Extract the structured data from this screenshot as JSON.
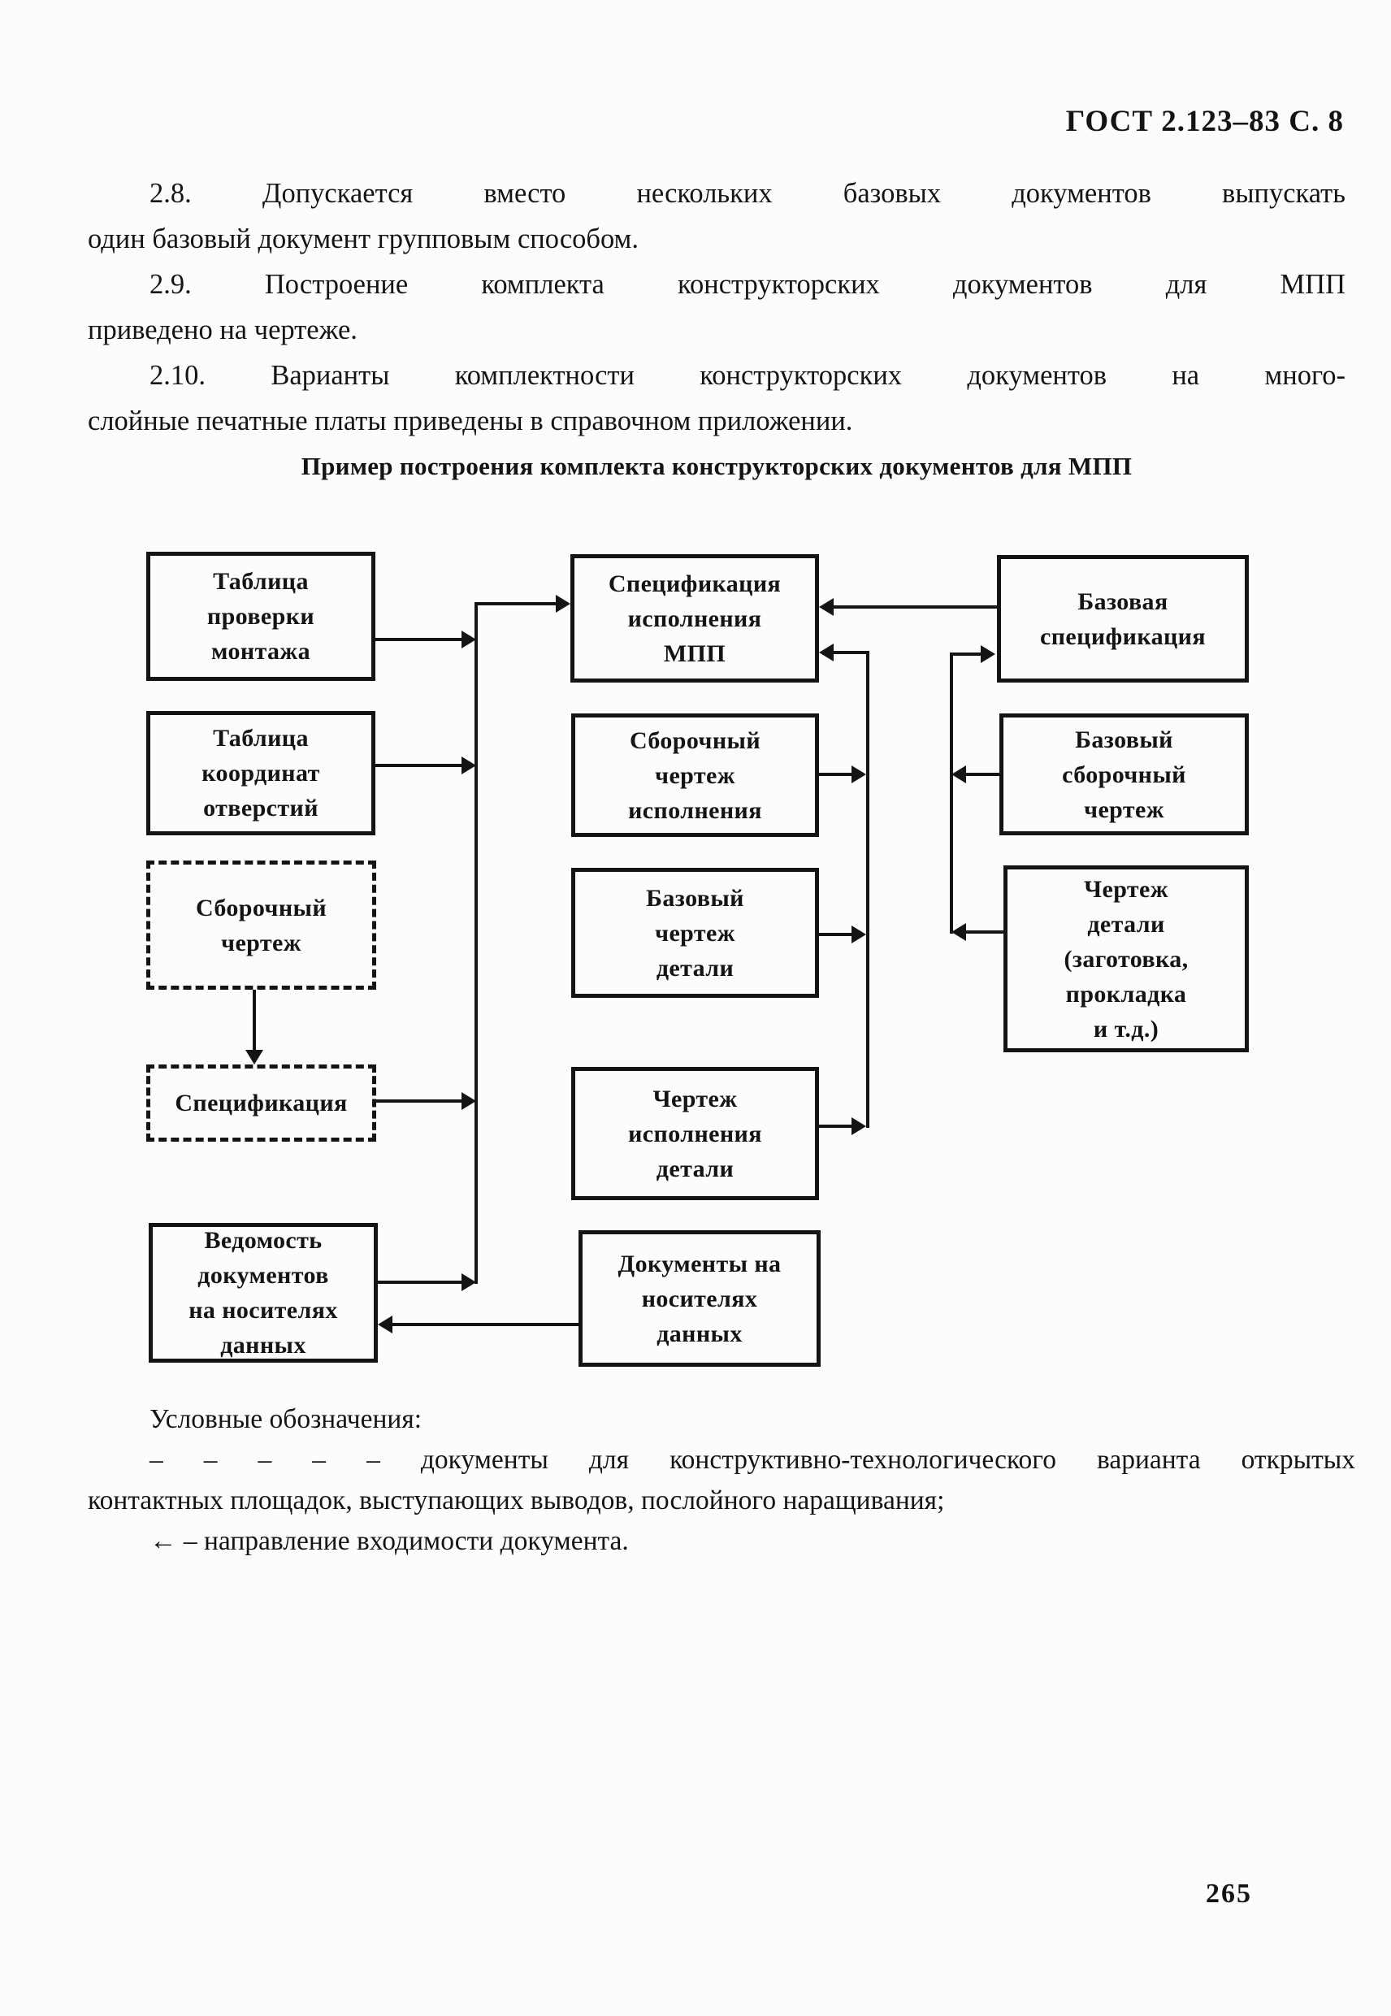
{
  "page": {
    "header": "ГОСТ 2.123–83 С. 8",
    "page_number": "265"
  },
  "paragraphs": {
    "p28_line1": "2.8. Допускается вместо нескольких базовых документов выпускать",
    "p28_line2": "один базовый документ групповым способом.",
    "p29_line1": "2.9. Построение комплекта конструкторских документов для МПП",
    "p29_line2": "приведено на чертеже.",
    "p210_line1": "2.10. Варианты комплектности конструкторских документов на много-",
    "p210_line2": "слойные печатные платы приведены в справочном приложении."
  },
  "diagram": {
    "title": "Пример построения комплекта конструкторских документов для МПП",
    "boxes": {
      "mounting_check_table": "Таблица\nпроверки\nмонтажа",
      "hole_coordinates_table": "Таблица\nкоординат\nотверстий",
      "assembly_drawing_dashed": "Сборочный\nчертеж",
      "specification_dashed": "Спецификация",
      "data_media_list": "Ведомость\nдокументов\nна носителях\nданных",
      "mpp_version_specification": "Спецификация\nисполнения\nМПП",
      "version_assembly_drawing": "Сборочный\nчертеж\nисполнения",
      "base_part_drawing": "Базовый\nчертеж\nдетали",
      "part_version_drawing": "Чертеж\nисполнения\nдетали",
      "data_media_documents": "Документы на\nносителях\nданных",
      "base_specification": "Базовая\nспецификация",
      "base_assembly_drawing": "Базовый\nсборочный\nчертеж",
      "part_drawing_blank": "Чертеж\nдетали\n(заготовка,\nпрокладка\nи т.д.)"
    }
  },
  "legend": {
    "heading": "Условные обозначения:",
    "dashed_item_line1": "– – – – –   документы для конструктивно-технологического варианта открытых",
    "dashed_item_line2": "контактных площадок, выступающих выводов, послойного наращивания;",
    "arrow_item": "← – направление входимости документа."
  }
}
